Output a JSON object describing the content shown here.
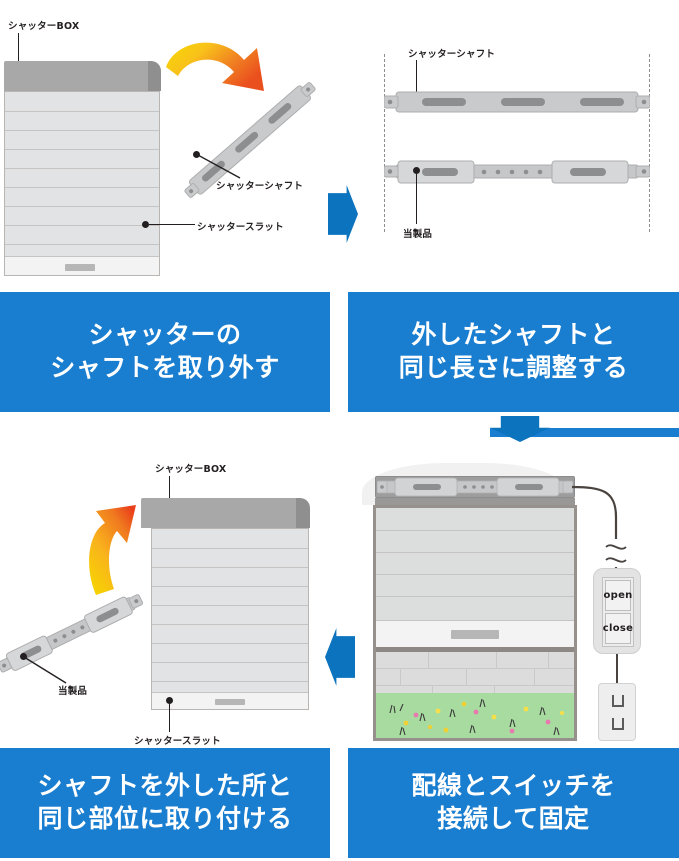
{
  "theme": {
    "banner_blue": "#1a7ed0",
    "arrow_blue": "#0c74be",
    "text_dark": "#231f20",
    "metal_gray": "#c9cacb",
    "shutter_gray": "#e2e3e4",
    "grass_green": "#a8dba0"
  },
  "steps": [
    {
      "id": "step-1",
      "caption_lines": [
        "シャッターの",
        "シャフトを取り外す"
      ],
      "labels": {
        "shutter_box": "シャッターBOX",
        "shutter_shaft": "シャッターシャフト",
        "shutter_slat": "シャッタースラット"
      }
    },
    {
      "id": "step-2",
      "caption_lines": [
        "外したシャフトと",
        "同じ長さに調整する"
      ],
      "labels": {
        "shutter_shaft": "シャッターシャフト",
        "our_product": "当製品"
      }
    },
    {
      "id": "step-3",
      "caption_lines": [
        "シャフトを外した所と",
        "同じ部位に取り付ける"
      ],
      "labels": {
        "shutter_box": "シャッターBOX",
        "our_product": "当製品",
        "shutter_slat": "シャッタースラット"
      }
    },
    {
      "id": "step-4",
      "caption_lines": [
        "配線とスイッチを",
        "接続して固定"
      ],
      "labels": {
        "switch_open": "open",
        "switch_close": "close"
      }
    }
  ]
}
